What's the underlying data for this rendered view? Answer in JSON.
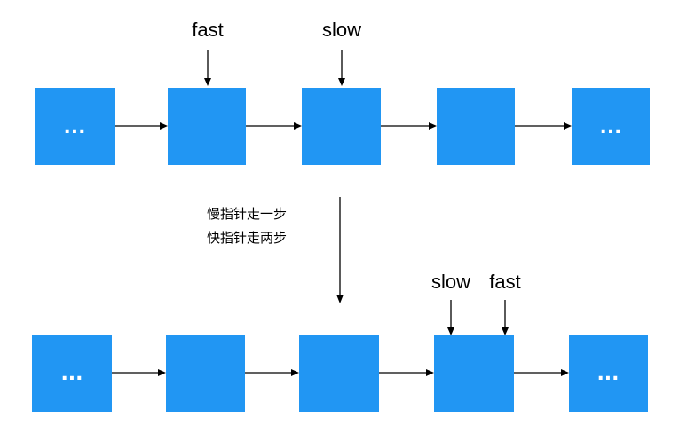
{
  "colors": {
    "node": "#2196f3",
    "node_text": "#ffffff",
    "arrow": "#000000"
  },
  "before": {
    "nodes": [
      "...",
      "",
      "",
      "",
      "..."
    ],
    "pointers": [
      {
        "label": "fast",
        "node": 1
      },
      {
        "label": "slow",
        "node": 2
      }
    ]
  },
  "step_note": {
    "line1": "慢指针走一步",
    "line2": "快指针走两步"
  },
  "after": {
    "nodes": [
      "...",
      "",
      "",
      "",
      "..."
    ],
    "pointers": [
      {
        "label": "slow",
        "node": 3
      },
      {
        "label": "fast",
        "node": 3
      }
    ]
  }
}
